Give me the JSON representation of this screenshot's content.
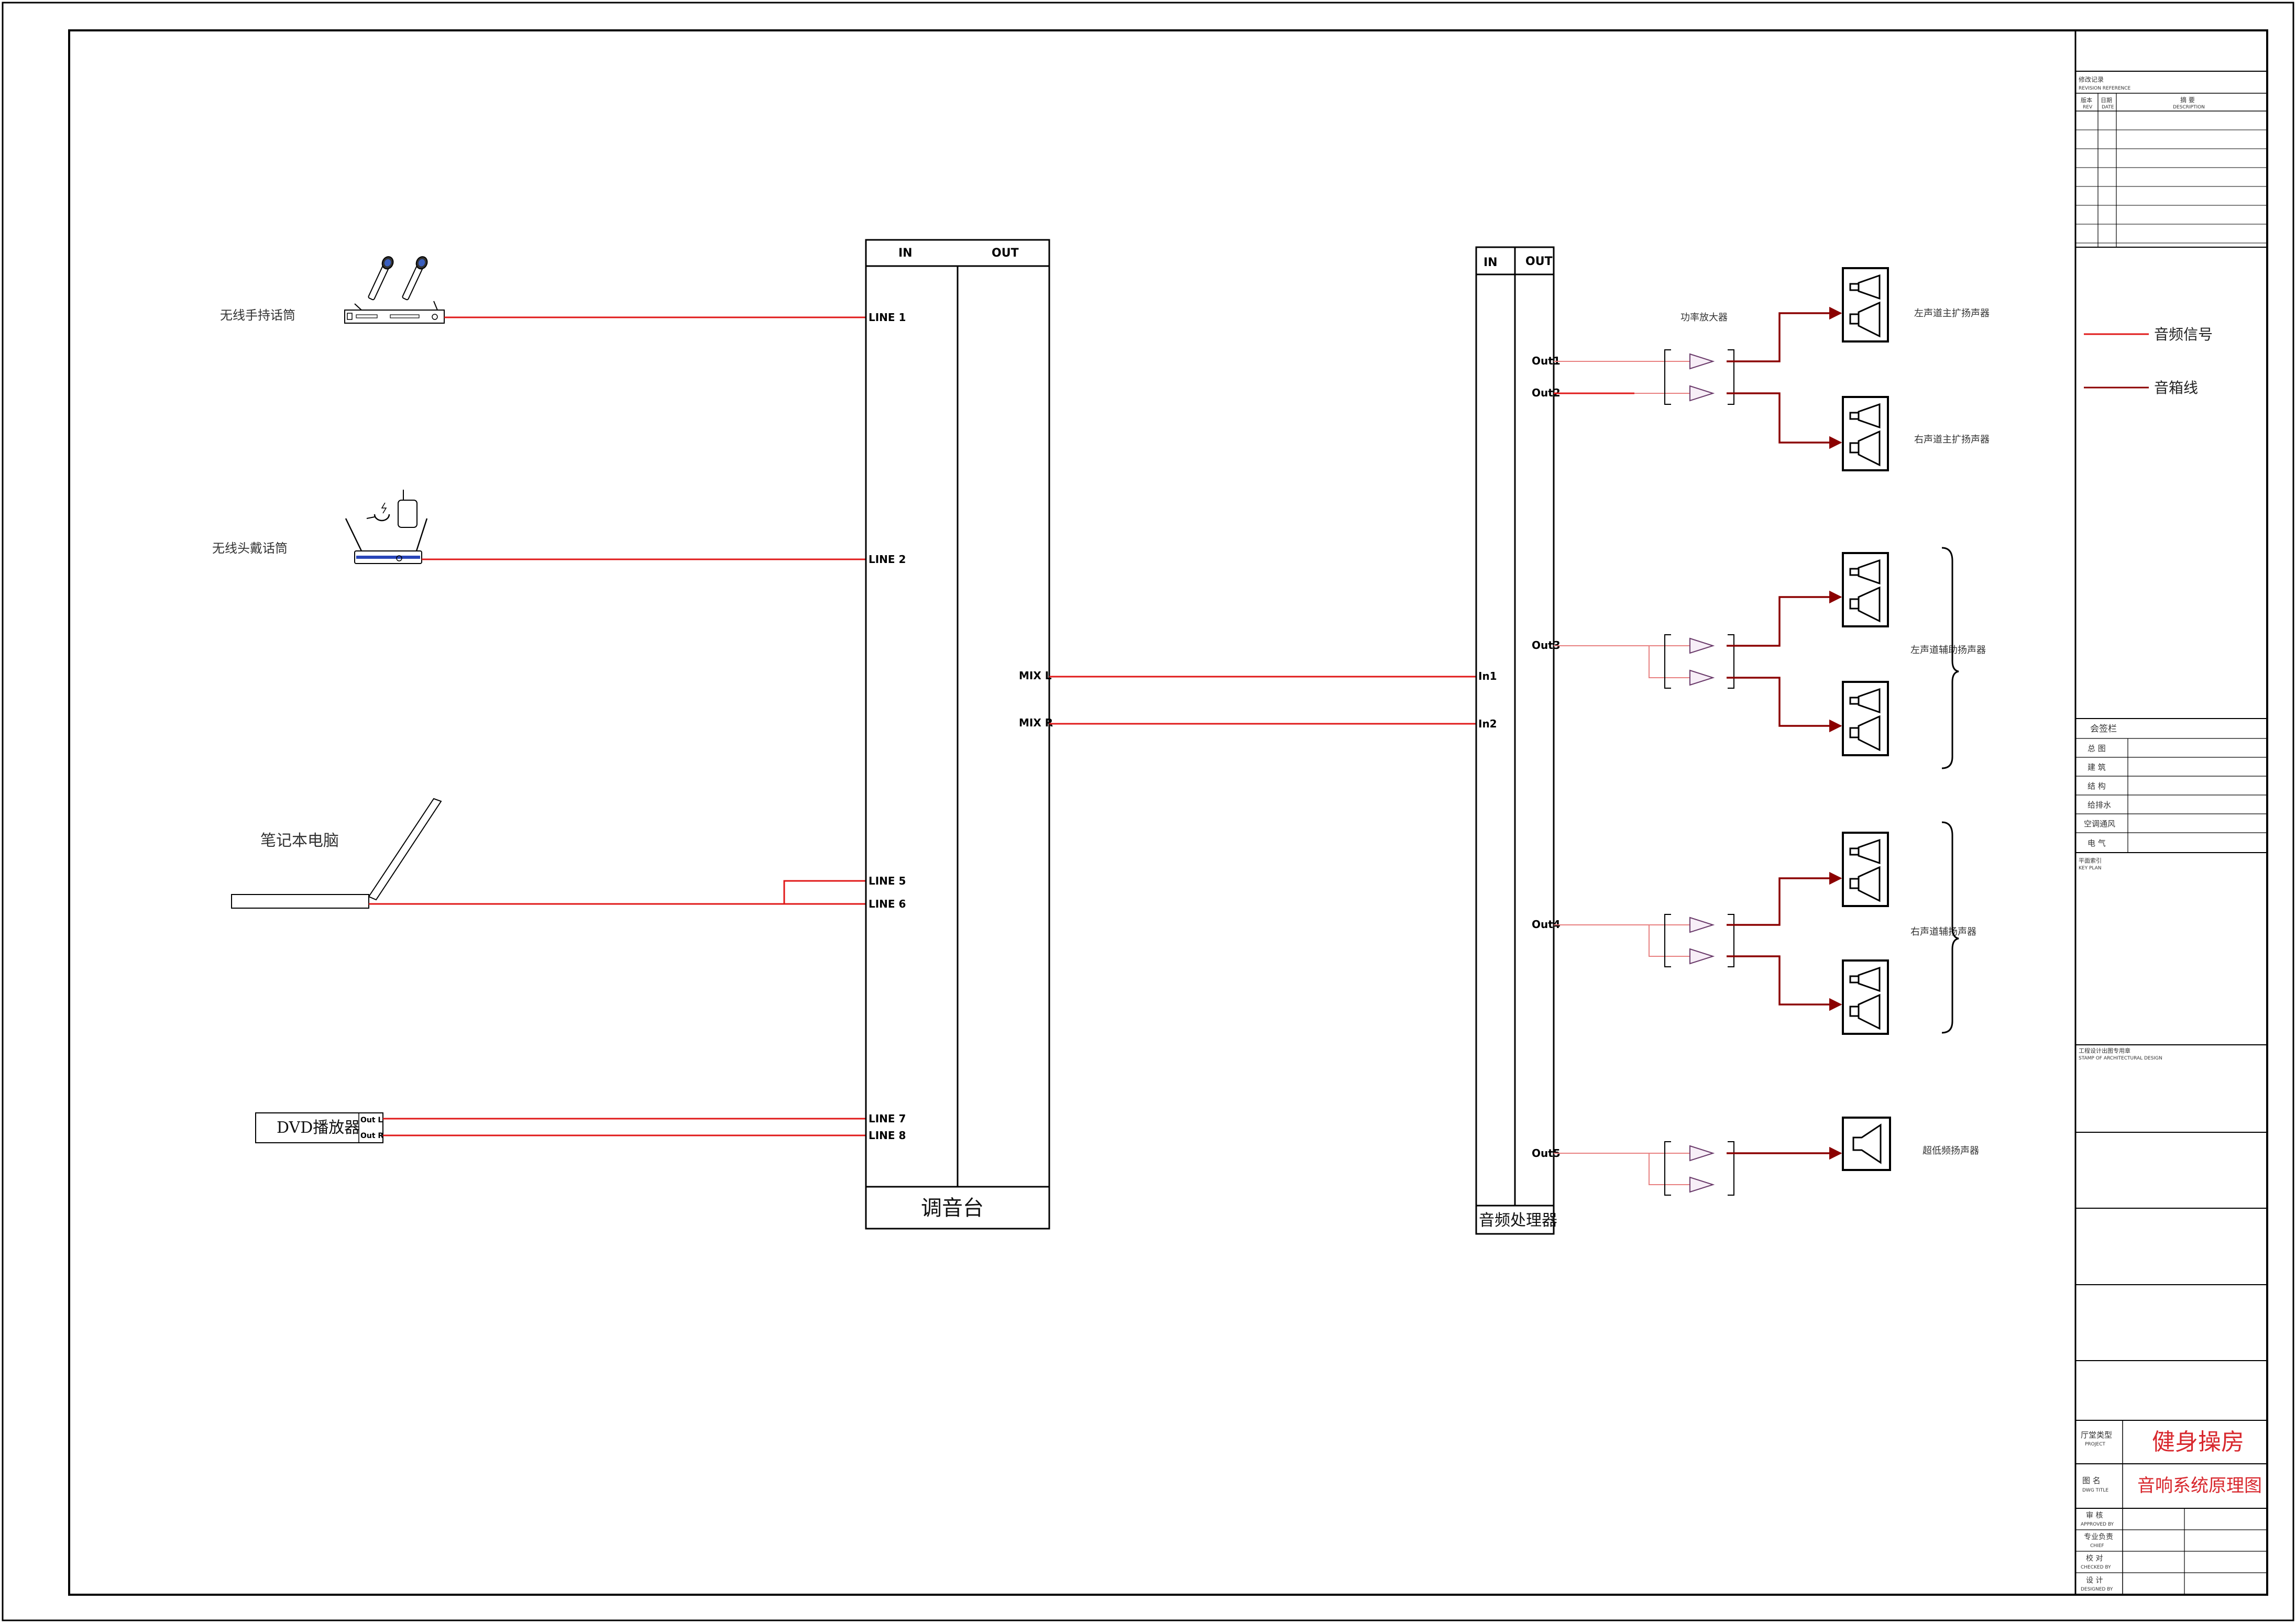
{
  "sources": {
    "wireless_handheld_mic": "无线手持话筒",
    "wireless_headset_mic": "无线头戴话筒",
    "laptop": "笔记本电脑",
    "dvd_player": "DVD播放器",
    "dvd_out_l": "Out L",
    "dvd_out_r": "Out R"
  },
  "mixer": {
    "title": "调音台",
    "in_header": "IN",
    "out_header": "OUT",
    "line1": "LINE 1",
    "line2": "LINE 2",
    "line5": "LINE 5",
    "line6": "LINE 6",
    "line7": "LINE 7",
    "line8": "LINE 8",
    "mix_l": "MIX L",
    "mix_r": "MIX R"
  },
  "processor": {
    "title": "音频处理器",
    "in_header": "IN",
    "out_header": "OUT",
    "in1": "In1",
    "in2": "In2",
    "out1": "Out1",
    "out2": "Out2",
    "out3": "Out3",
    "out4": "Out4",
    "out5": "Out5"
  },
  "amplifier_label": "功率放大器",
  "speakers": {
    "left_main": "左声道主扩扬声器",
    "right_main": "右声道主扩扬声器",
    "left_aux": "左声道辅助扬声器",
    "right_aux": "右声道辅扬声器",
    "subwoofer": "超低频扬声器"
  },
  "legend": {
    "audio_signal": "音频信号",
    "speaker_cable": "音箱线",
    "audio_signal_color": "#e01818",
    "speaker_cable_color": "#8b0000"
  },
  "title_block": {
    "revision_cn": "修改记录",
    "revision_en": "REVISION REFERENCE",
    "rev_no_cn": "版本",
    "rev_no_en": "REV",
    "date_cn": "日期",
    "date_en": "DATE",
    "desc_cn": "摘 要",
    "desc_en": "DESCRIPTION",
    "signoff_title": "会签栏",
    "signoff_rows": [
      "总 图",
      "建 筑",
      "结 构",
      "给排水",
      "空调通风",
      "电 气"
    ],
    "key_plan_cn": "平面索引",
    "key_plan_en": "KEY PLAN",
    "stamp_cn": "工程设计出图专用章",
    "stamp_en": "STAMP OF ARCHITECTURAL DESIGN",
    "project_label_cn": "厅堂类型",
    "project_label_en": "PROJECT",
    "project_value": "健身操房",
    "drawing_label_cn": "图 名",
    "drawing_label_en": "DWG TITLE",
    "drawing_value": "音响系统原理图",
    "approved_cn": "审 核",
    "approved_en": "APPROVED BY",
    "chief_cn": "专业负责",
    "chief_en": "CHIEF",
    "checked_cn": "校 对",
    "checked_en": "CHECKED BY",
    "designed_cn": "设 计",
    "designed_en": "DESIGNED BY"
  }
}
